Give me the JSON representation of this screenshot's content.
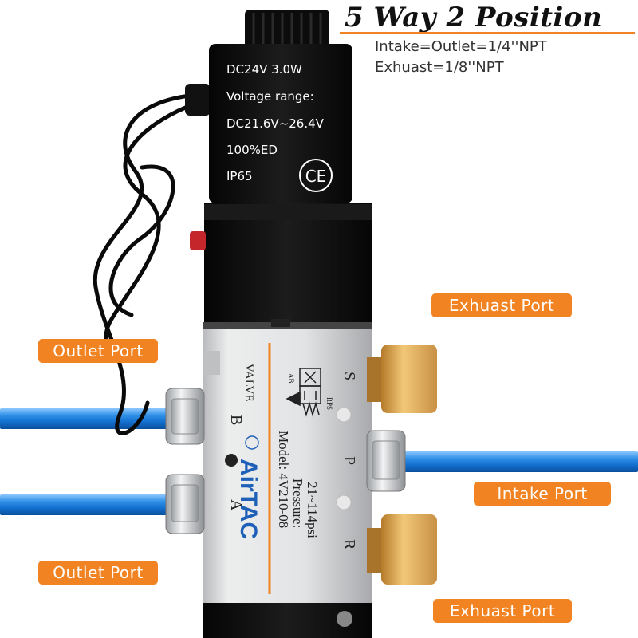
{
  "header": {
    "title": "5 Way 2 Position",
    "spec_intake": "Intake=Outlet=1/4''NPT",
    "spec_exhaust": "Exhuast=1/8''NPT"
  },
  "coil": {
    "lines": [
      "DC24V 3.0W",
      "Voltage range:",
      "DC21.6V~26.4V",
      "100%ED",
      "IP65"
    ],
    "ce_mark": "CE"
  },
  "valve_body": {
    "brand": "AirTAC",
    "brand_sub": "VALVE",
    "model": "Model: 4V210-08",
    "pressure_label": "Pressure:",
    "pressure_value": "21~114psi",
    "symbol_ab": "AB",
    "symbol_rps": "RPS",
    "port_a": "A",
    "port_b": "B",
    "port_p": "P",
    "port_r": "R",
    "port_s": "S"
  },
  "callouts": {
    "outlet_top": "Outlet Port",
    "outlet_bottom": "Outlet Port",
    "exhaust_top": "Exhuast Port",
    "exhaust_bottom": "Exhuast Port",
    "intake": "Intake Port"
  },
  "colors": {
    "accent": "#f28322",
    "hose": "#1470d0",
    "coil_body": "#111111",
    "valve_body": "#d9dadc",
    "muffler": "#e0b35c"
  }
}
